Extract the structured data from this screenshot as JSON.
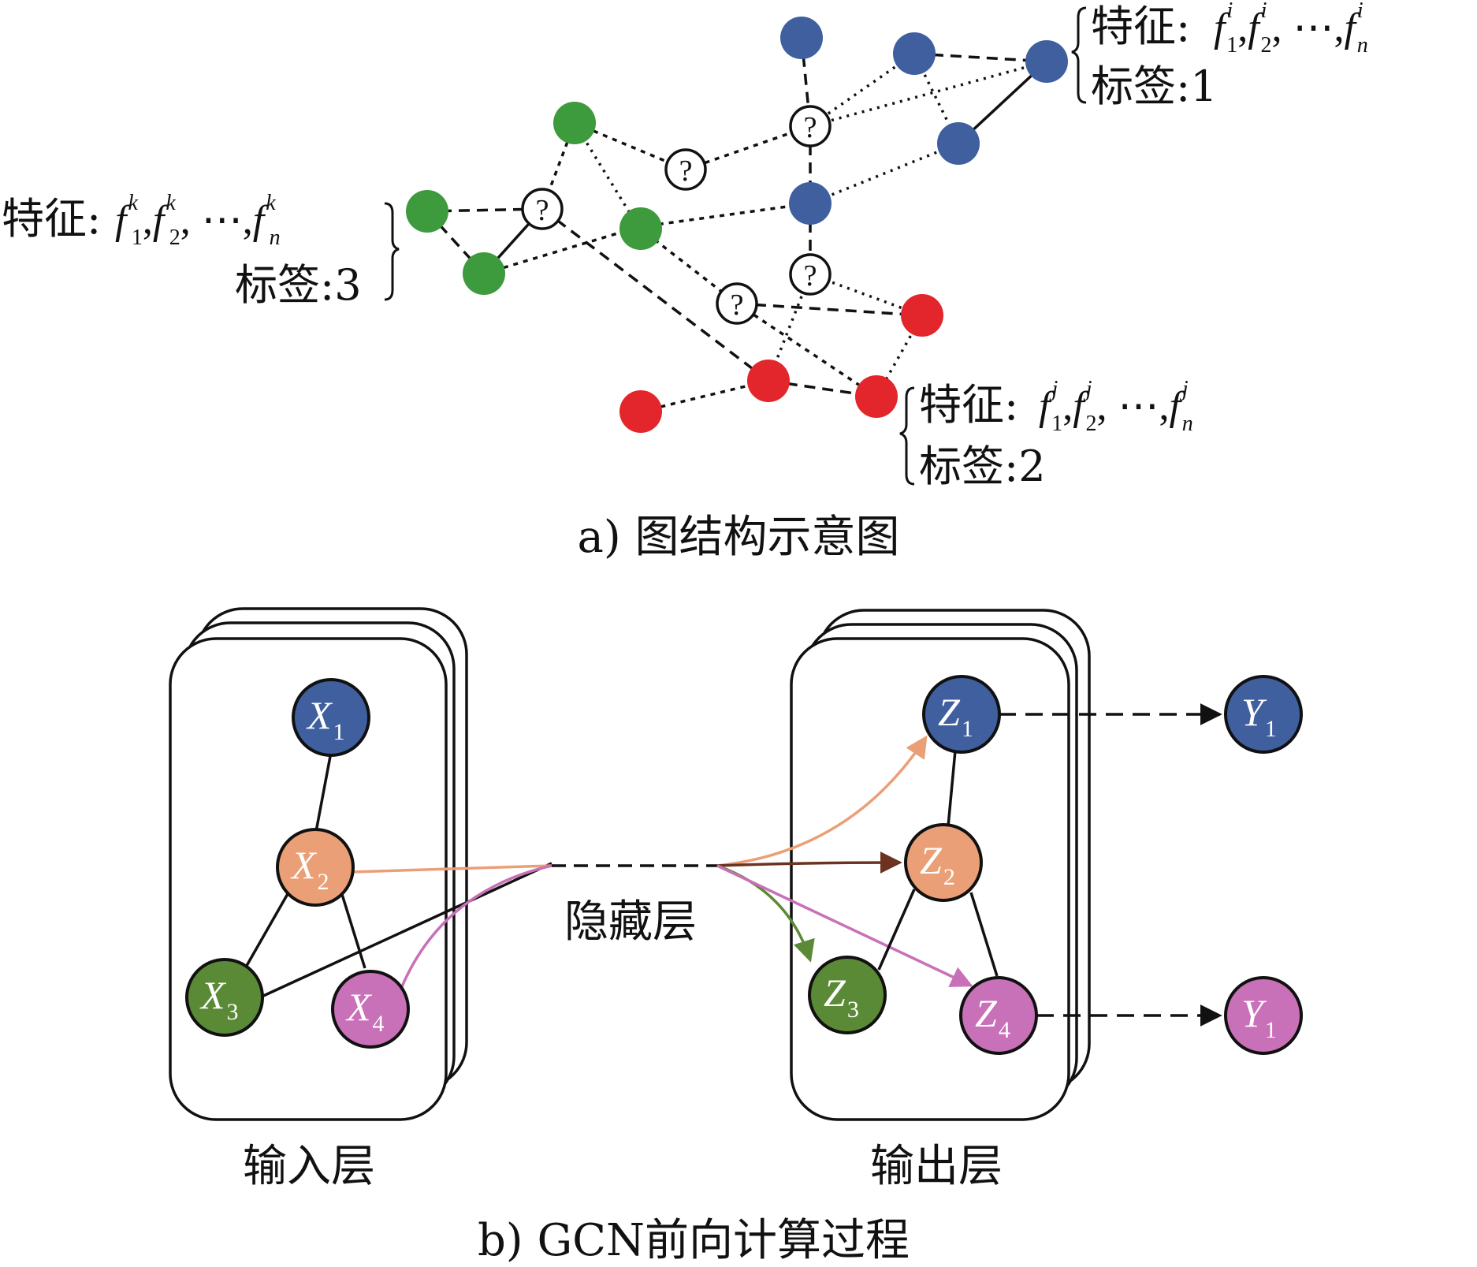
{
  "colors": {
    "blue": "#3f5f9f",
    "green": "#3d9a3d",
    "red": "#e3262b",
    "orange": "#eb9f77",
    "olive": "#5b8a36",
    "pink": "#c870b8",
    "brown": "#6b3320",
    "ink": "#111111"
  },
  "graph_a": {
    "caption": "a)  图结构示意图",
    "unknown_glyph": "?",
    "annot_blue": {
      "feature_prefix": "特征:",
      "sup": "i",
      "label_text": "标签:1"
    },
    "annot_green": {
      "feature_prefix": "特征:",
      "sup": "k",
      "label_text": "标签:3"
    },
    "annot_red": {
      "feature_prefix": "特征:",
      "sup": "j",
      "label_text": "标签:2"
    },
    "f": "f",
    "sub1": "1",
    "sub2": "2",
    "subn": "n",
    "ellipsis": "⋯",
    "comma": ","
  },
  "graph_b": {
    "caption": "b)  GCN前向计算过程",
    "input_label": "输入层",
    "hidden_label": "隐藏层",
    "output_label": "输出层",
    "nodes": {
      "x1": {
        "letter": "X",
        "sub": "1"
      },
      "x2": {
        "letter": "X",
        "sub": "2"
      },
      "x3": {
        "letter": "X",
        "sub": "3"
      },
      "x4": {
        "letter": "X",
        "sub": "4"
      },
      "z1": {
        "letter": "Z",
        "sub": "1"
      },
      "z2": {
        "letter": "Z",
        "sub": "2"
      },
      "z3": {
        "letter": "Z",
        "sub": "3"
      },
      "z4": {
        "letter": "Z",
        "sub": "4"
      },
      "y1": {
        "letter": "Y",
        "sub": "1"
      },
      "y2": {
        "letter": "Y",
        "sub": "1"
      }
    }
  }
}
